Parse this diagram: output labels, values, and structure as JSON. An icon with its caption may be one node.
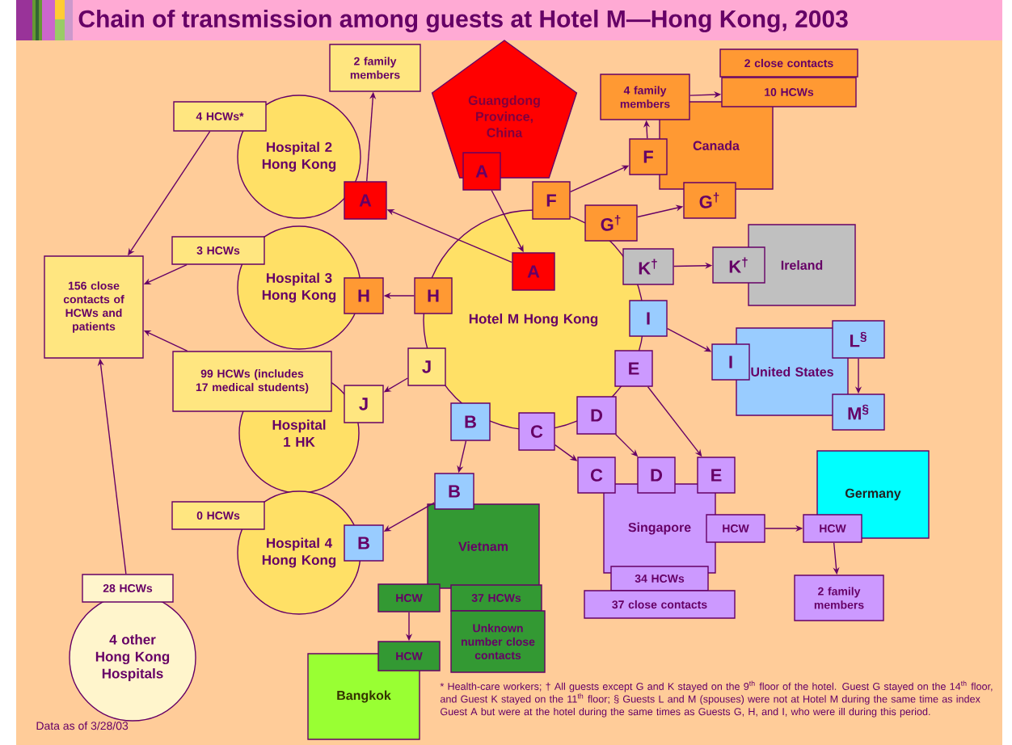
{
  "diagram": {
    "title": "Chain of transmission among guests at Hotel M—Hong Kong, 2003",
    "nodes": [
      {
        "text": [
          "Guangdong Province, China"
        ]
      },
      {
        "text": [
          "A"
        ]
      },
      {
        "text": [
          "2 family members"
        ]
      },
      {
        "text": [
          "4 HCWs*"
        ]
      },
      {
        "text": [
          "Hospital 2 Hong Kong"
        ]
      },
      {
        "text": [
          "A"
        ]
      },
      {
        "text": [
          "Hotel M Hong Kong"
        ]
      },
      {
        "text": [
          "A"
        ],
        "in": 6
      },
      {
        "text": [
          "F"
        ]
      },
      {
        "text": [
          "G$^{†}$"
        ]
      },
      {
        "text": [
          "K$^{†}$"
        ]
      },
      {
        "text": [
          "I"
        ]
      },
      {
        "text": [
          "E"
        ]
      },
      {
        "text": [
          "D"
        ]
      },
      {
        "text": [
          "C"
        ]
      },
      {
        "text": [
          "B"
        ]
      },
      {
        "text": [
          "J"
        ]
      },
      {
        "text": [
          "H"
        ]
      },
      {
        "text": [
          "156 close contacts of HCWs and patients"
        ]
      },
      {
        "text": [
          "3 HCWs"
        ]
      },
      {
        "text": [
          "Hospital 3 Hong Kong"
        ]
      },
      {
        "text": [
          "H"
        ]
      },
      {
        "text": [
          "99 HCWs (includes 17 medical students)"
        ]
      },
      {
        "text": [
          "Hospital 1 HK"
        ]
      },
      {
        "text": [
          "J"
        ]
      },
      {
        "text": [
          "0 HCWs"
        ]
      },
      {
        "text": [
          "Hospital 4 Hong Kong"
        ]
      },
      {
        "text": [
          "B"
        ]
      },
      {
        "text": [
          "28 HCWs"
        ]
      },
      {
        "text": [
          "4 other Hong Kong Hospitals"
        ]
      },
      {
        "text": [
          "B"
        ]
      },
      {
        "text": [
          "Vietnam"
        ]
      },
      {
        "text": [
          "HCW"
        ]
      },
      {
        "text": [
          "37 HCWs"
        ]
      },
      {
        "text": [
          "Unknown number close contacts"
        ]
      },
      {
        "text": [
          "HCW"
        ]
      },
      {
        "text": [
          "Bangkok"
        ]
      },
      {
        "text": [
          "2 close contacts"
        ]
      },
      {
        "text": [
          "10 HCWs"
        ]
      },
      {
        "text": [
          "4 family members"
        ]
      },
      {
        "text": [
          "Canada"
        ]
      },
      {
        "text": [
          "F"
        ]
      },
      {
        "text": [
          "G$^{†}$"
        ]
      },
      {
        "text": [
          "Ireland"
        ]
      },
      {
        "text": [
          "K$^{†}$"
        ]
      },
      {
        "text": [
          "United States"
        ]
      },
      {
        "text": [
          "I"
        ]
      },
      {
        "text": [
          "L$^{§}$"
        ]
      },
      {
        "text": [
          "M$^{§}$"
        ]
      },
      {
        "text": [
          "C"
        ]
      },
      {
        "text": [
          "D"
        ]
      },
      {
        "text": [
          "E"
        ]
      },
      {
        "text": [
          "Singapore"
        ]
      },
      {
        "text": [
          "HCW"
        ]
      },
      {
        "text": [
          "34 HCWs"
        ]
      },
      {
        "text": [
          "37 close contacts"
        ]
      },
      {
        "text": [
          "Germany"
        ]
      },
      {
        "text": [
          "HCW"
        ]
      },
      {
        "text": [
          "2 family members"
        ]
      }
    ],
    "edges": [
      {
        "from": 1,
        "to": 7,
        "arrow": "to"
      },
      {
        "from": 7,
        "to": 5,
        "arrow": "to"
      },
      {
        "from": 5,
        "to": 2,
        "arrow": "to"
      },
      {
        "from": 3,
        "to": 18,
        "arrow": "to"
      },
      {
        "from": 19,
        "to": 18,
        "arrow": "to"
      },
      {
        "from": 22,
        "to": 18,
        "arrow": "to"
      },
      {
        "from": 28,
        "to": 18,
        "arrow": "to"
      },
      {
        "from": 17,
        "to": 21,
        "arrow": "to"
      },
      {
        "from": 16,
        "to": 24,
        "arrow": "to"
      },
      {
        "from": 15,
        "to": 30,
        "arrow": "to"
      },
      {
        "from": 30,
        "to": 27,
        "arrow": "to"
      },
      {
        "from": 32,
        "to": 35,
        "arrow": "to"
      },
      {
        "from": 8,
        "to": 41,
        "arrow": "to"
      },
      {
        "from": 41,
        "to": 39,
        "arrow": "to"
      },
      {
        "from": 39,
        "to": 38,
        "arrow": "to"
      },
      {
        "from": 9,
        "to": 42,
        "arrow": "to"
      },
      {
        "from": 10,
        "to": 44,
        "arrow": "to"
      },
      {
        "from": 11,
        "to": 46,
        "arrow": "to"
      },
      {
        "from": 47,
        "to": 48,
        "arrow": "to"
      },
      {
        "from": 14,
        "to": 49,
        "arrow": "to"
      },
      {
        "from": 13,
        "to": 50,
        "arrow": "to"
      },
      {
        "from": 12,
        "to": 51,
        "arrow": "to"
      },
      {
        "from": 53,
        "to": 57,
        "arrow": "to"
      },
      {
        "from": 57,
        "to": 58,
        "arrow": "to"
      }
    ],
    "labels": [
      "* Health-care workers; † All guests except G and K stayed on the 9$^{th}$ floor of the hotel.  Guest G stayed on the 14$^{th}$ floor, and Guest K stayed on the 11$^{th}$ floor;  § Guests L and M (spouses) were not at Hotel M during the same time as index Guest A but were at the hotel during the same times as Guests G, H, and I, who were ill during this period.",
      "Data as of 3/28/03"
    ]
  }
}
